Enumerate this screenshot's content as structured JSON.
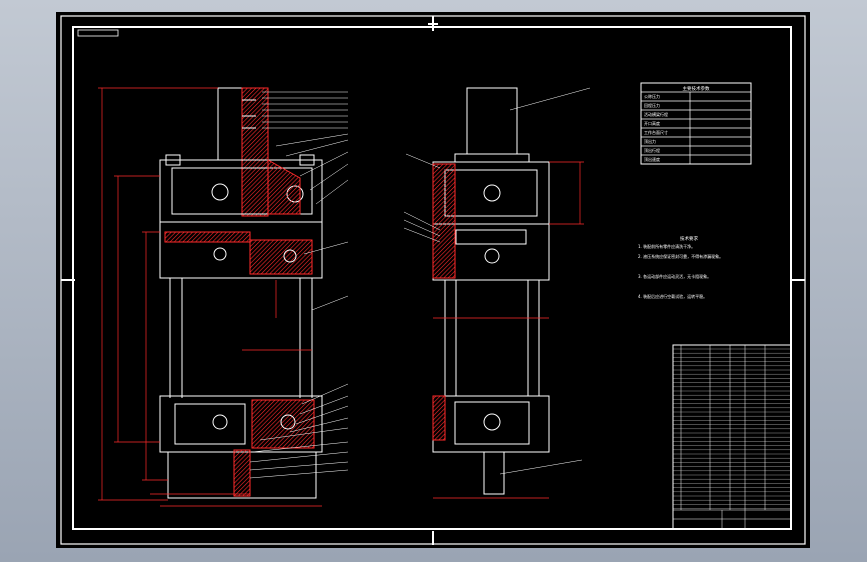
{
  "drawing": {
    "spec_table_title": "主要技术参数",
    "spec_rows": [
      "公称压力",
      "回程压力",
      "活动横梁行程",
      "开口高度",
      "工作台面尺寸",
      "顶出力",
      "顶出行程",
      "顶出速度"
    ],
    "tech_title": "技术要求",
    "tech_notes": [
      "1. 装配前所有零件应清洗干净。",
      "2. 液压系统应保证密封可靠，不得有渗漏现象。",
      "3. 各运动部件应运动灵活，无卡阻现象。",
      "4. 装配后应进行空载试验，运转平稳。"
    ]
  },
  "colors": {
    "sheet": "#000000",
    "line": "#ffffff",
    "dimension": "#ff2a2a",
    "hatch": "#ff2a2a",
    "window_bg": "#a3adbb"
  }
}
